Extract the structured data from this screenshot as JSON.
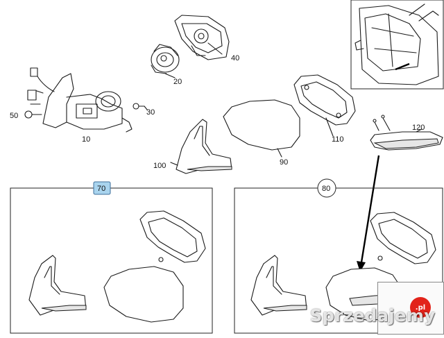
{
  "callouts": {
    "c10": "10",
    "c20": "20",
    "c30": "30",
    "c40": "40",
    "c50": "50",
    "c70": "70",
    "c80": "80",
    "c90": "90",
    "c100": "100",
    "c110": "110",
    "c120": "120"
  },
  "badge_70": {
    "fill": "#a9d4ee",
    "stroke": "#3d6e9a"
  },
  "watermark": {
    "text": "Sprzedajemy",
    "badge": ".pl"
  }
}
